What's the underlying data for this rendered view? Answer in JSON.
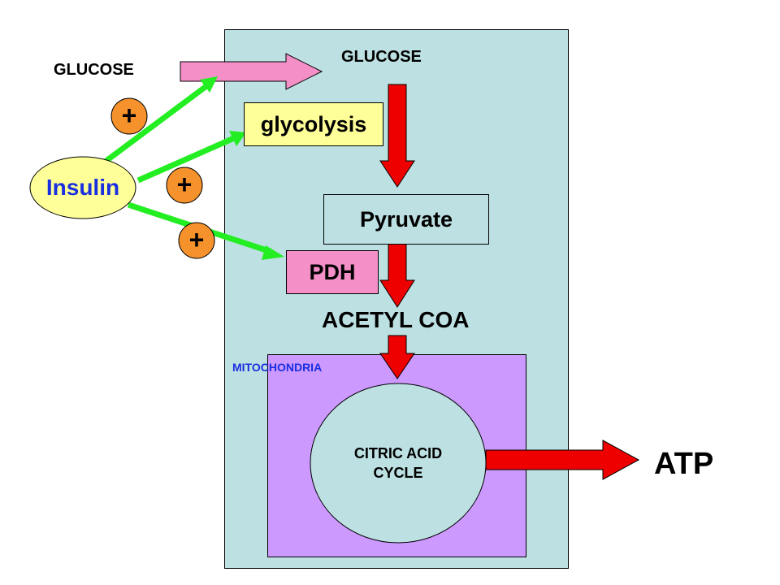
{
  "labels": {
    "glucose_outside": "GLUCOSE",
    "glucose_inside": "GLUCOSE",
    "glycolysis": "glycolysis",
    "insulin": "Insulin",
    "pyruvate": "Pyruvate",
    "pdh": "PDH",
    "acetyl_coa": "ACETYL COA",
    "mitochondria": "MITOCHONDRIA",
    "citric_acid_line1": "CITRIC ACID",
    "citric_acid_line2": "CYCLE",
    "atp": "ATP",
    "plus": "+"
  },
  "colors": {
    "cell": "#bde0e2",
    "mitochondria": "#cc99ff",
    "glycolysis_box": "#ffff99",
    "pink": "#f48fc8",
    "insulin_fill": "#ffff99",
    "plus_badge": "#f5922c",
    "green_arrow": "#22ee22",
    "red_arrow": "#ee0000",
    "blue_text": "#1a2fe0"
  }
}
